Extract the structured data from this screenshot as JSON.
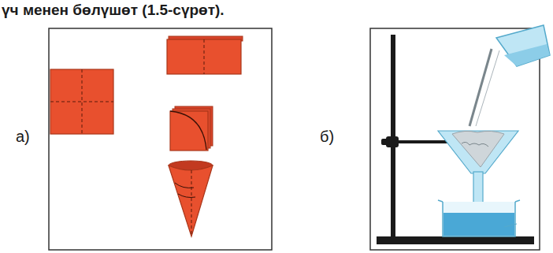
{
  "diagram": {
    "labels": [
      "үч менен бөлүшөт (1.5-сүрөт).",
      "а)",
      "б)"
    ]
  }
}
